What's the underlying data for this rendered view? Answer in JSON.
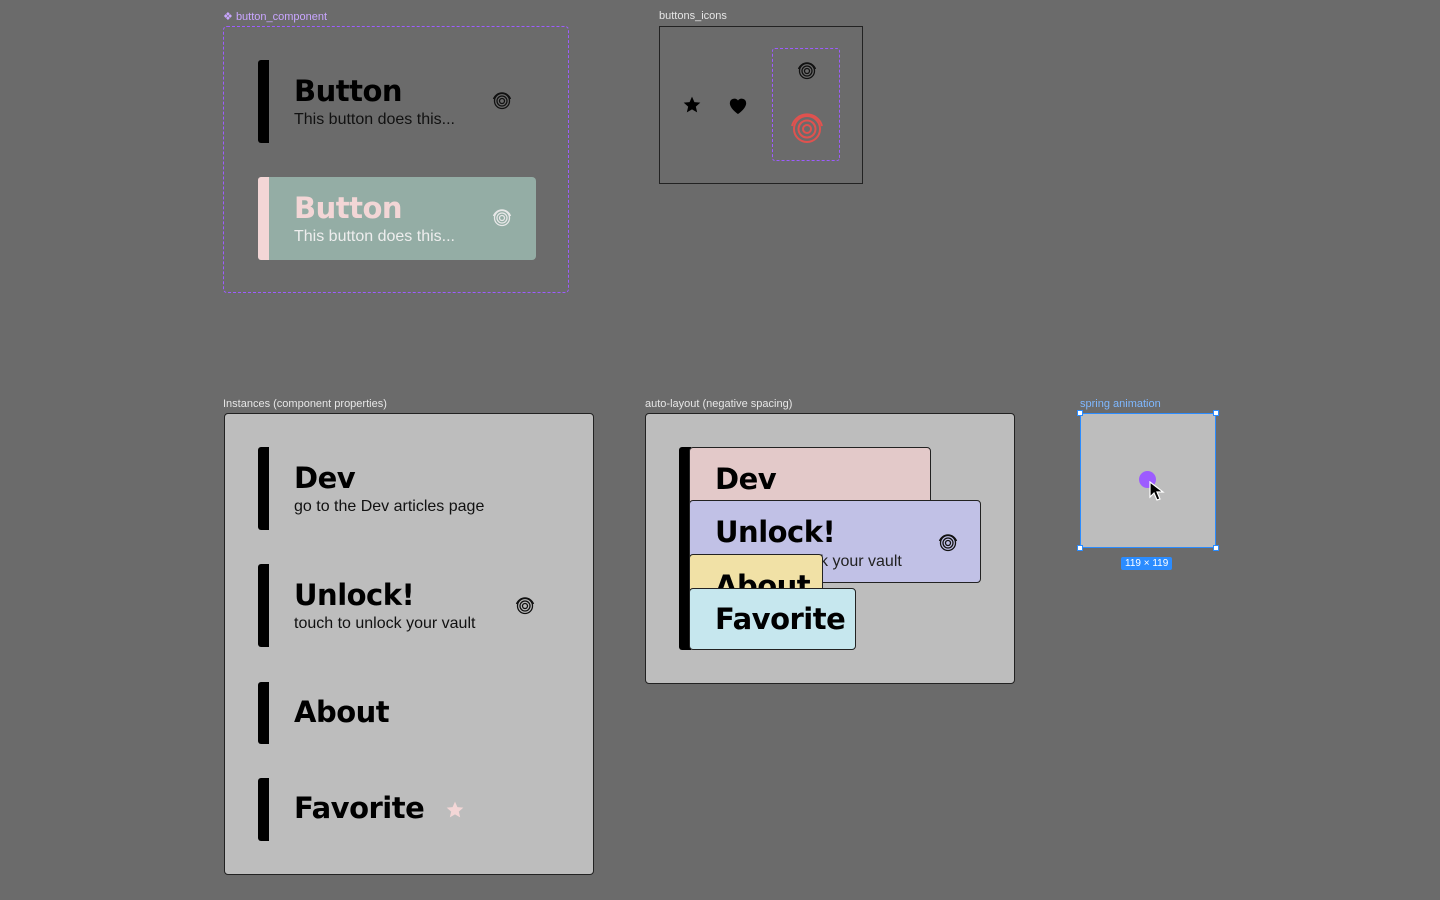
{
  "labels": {
    "button_component": "button_component",
    "buttons_icons": "buttons_icons",
    "instances": "Instances (component properties)",
    "auto_layout": "auto-layout (negative spacing)",
    "spring": "spring animation",
    "size": "119 × 119"
  },
  "component": {
    "default": {
      "title": "Button",
      "subtitle": "This button does this..."
    },
    "hover": {
      "title": "Button",
      "subtitle": "This button does this..."
    }
  },
  "instances": [
    {
      "title": "Dev",
      "subtitle": "go to the Dev articles page",
      "icon": "none"
    },
    {
      "title": "Unlock!",
      "subtitle": "touch to unlock your vault",
      "icon": "fingerprint-icon"
    },
    {
      "title": "About",
      "subtitle": "",
      "icon": "none"
    },
    {
      "title": "Favorite",
      "subtitle": "",
      "icon": "star-icon"
    }
  ],
  "stack": {
    "dev": "Dev",
    "unlock": "Unlock!",
    "unlock_sub": "k your vault",
    "about": "About",
    "favorite": "Favorite"
  },
  "colors": {
    "canvas": "#6b6b6b",
    "component_accent": "#9d5cff",
    "hover_bg": "#94ada5",
    "hover_text": "#f3d6d6",
    "dev_card": "#e3c9c9",
    "unlock_card": "#c1c1e6",
    "about_card": "#f1e1a6",
    "favorite_card": "#c6e7ee",
    "selection": "#2b8cff"
  }
}
